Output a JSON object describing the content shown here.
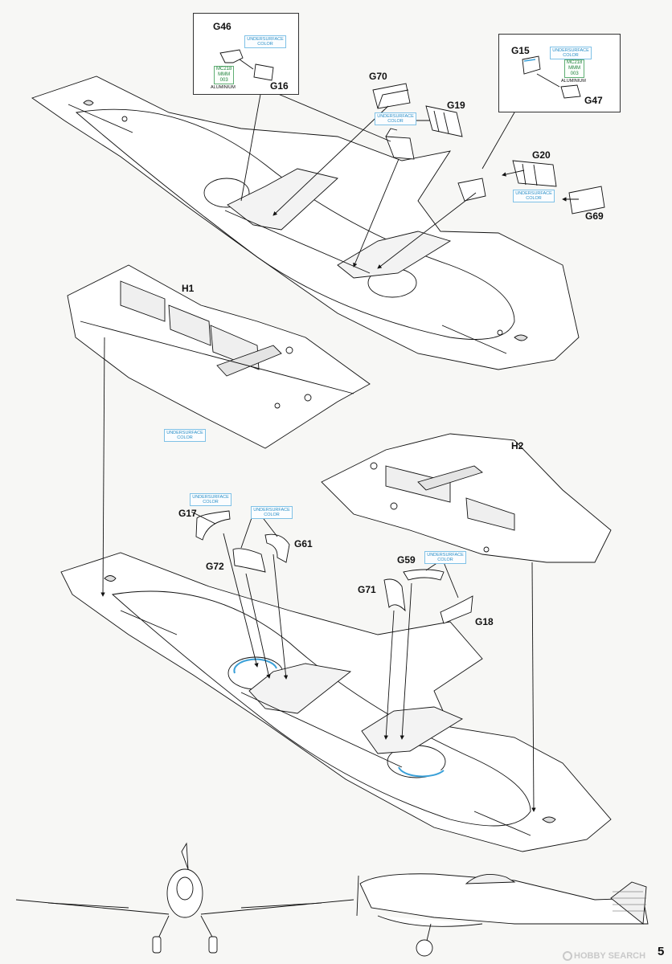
{
  "parts": {
    "g46": "G46",
    "g16": "G16",
    "g70": "G70",
    "g19": "G19",
    "g15": "G15",
    "g47": "G47",
    "g20": "G20",
    "g69": "G69",
    "h1": "H1",
    "h2": "H2",
    "g17": "G17",
    "g61": "G61",
    "g72": "G72",
    "g59": "G59",
    "g71": "G71",
    "g18": "G18"
  },
  "callouts": {
    "undersurface": "UNDERSURFACE COLOR",
    "paint_code": "MC218\nMMM\n003",
    "paint_name": "ALUMINIUM"
  },
  "page_number": "5",
  "watermark": "HOBBY SEARCH"
}
